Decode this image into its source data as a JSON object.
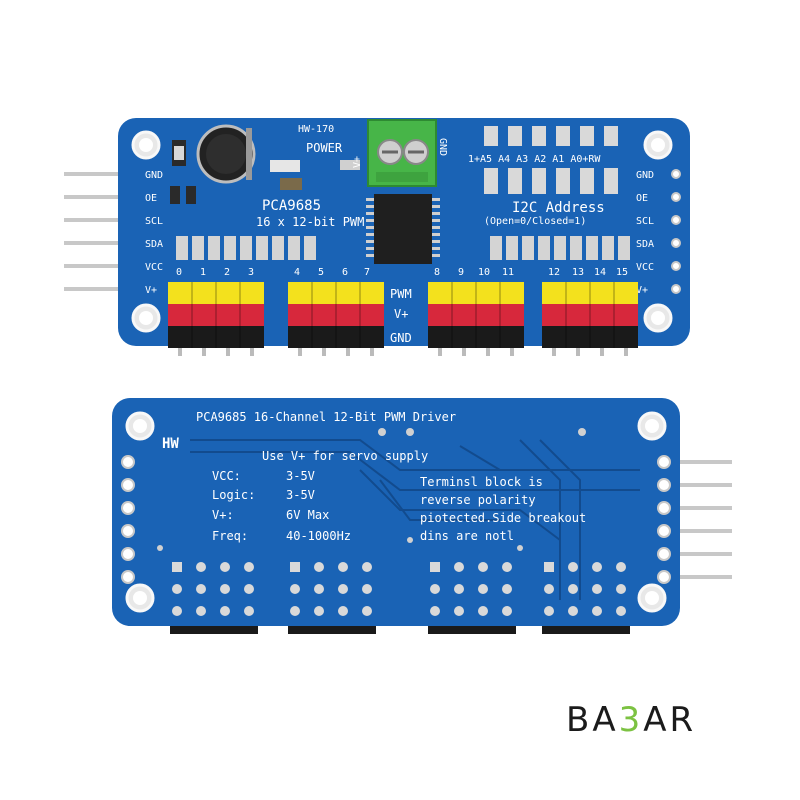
{
  "colors": {
    "pcb_blue": "#1a63b5",
    "pcb_dark": "#124b8e",
    "header_yellow": "#f3e11d",
    "header_red": "#d7283c",
    "header_black": "#1a1a1a",
    "terminal_green": "#47b548",
    "brand_green": "#7cc242"
  },
  "front_board": {
    "model": "HW-170",
    "power_label": "POWER",
    "chip_name": "PCA9685",
    "chip_desc": "16 x 12-bit PWM",
    "terminal_vplus": "V+",
    "terminal_gnd": "GND",
    "address_header": "1+A5 A4 A3 A2 A1 A0+RW",
    "i2c_title": "I2C Address",
    "i2c_sub": "(Open=0/Closed=1)",
    "left_pins": [
      "GND",
      "OE",
      "SCL",
      "SDA",
      "VCC",
      "V+"
    ],
    "right_pins": [
      "GND",
      "OE",
      "SCL",
      "SDA",
      "VCC",
      "V+"
    ],
    "channel_numbers": [
      "0",
      "1",
      "2",
      "3",
      "4",
      "5",
      "6",
      "7",
      "8",
      "9",
      "10",
      "11",
      "12",
      "13",
      "14",
      "15"
    ],
    "row_pwm": "PWM",
    "row_vplus": "V+",
    "row_gnd": "GND"
  },
  "back_board": {
    "title": "PCA9685  16-Channel  12-Bit  PWM  Driver",
    "logo": "HW",
    "servo_note": "Use  V+  for  servo  supply",
    "specs": [
      {
        "label": "VCC:",
        "value": "3-5V"
      },
      {
        "label": "Logic:",
        "value": "3-5V"
      },
      {
        "label": "V+:",
        "value": "6V  Max"
      },
      {
        "label": "Freq:",
        "value": "40-1000Hz"
      }
    ],
    "note_lines": [
      "Terminsl block is",
      "reverse polarity",
      "piotected.Side breakout",
      "dins are notl"
    ]
  },
  "brand": {
    "part1": "BA",
    "part2": "3",
    "part3": "AR"
  }
}
